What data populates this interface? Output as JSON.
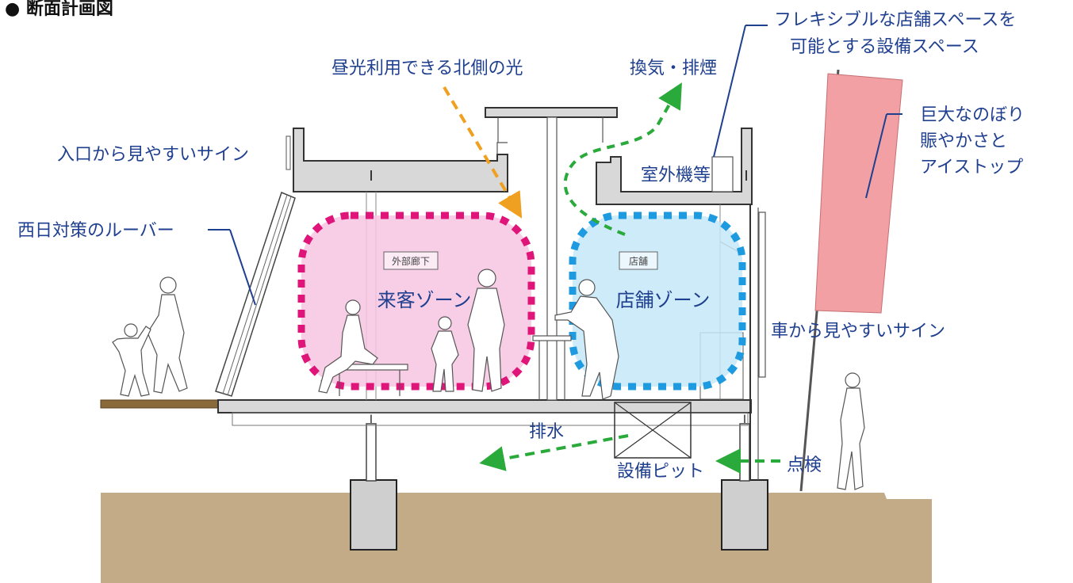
{
  "title": "● 断面計画図",
  "labels": {
    "sign_entrance": "入口から見やすいサイン",
    "louver": "西日対策のルーバー",
    "north_light": "昼光利用できる北側の光",
    "ventilation": "換気・排煙",
    "equipment_space_line1": "フレキシブルな店舗スペースを",
    "equipment_space_line2": "可能とする設備スペース",
    "banner_line1": "巨大なのぼり",
    "banner_line2": "賑やかさと",
    "banner_line3": "アイストップ",
    "outdoor_unit": "室外機等",
    "car_sign": "車から見やすいサイン",
    "drainage": "排水",
    "equipment_pit": "設備ピット",
    "inspection": "点検"
  },
  "zones": {
    "visitor": {
      "label": "来客ゾーン",
      "tag": "外部廊下",
      "color": "#e0157a",
      "fill": "#f6c6e0"
    },
    "shop": {
      "label": "店舗ゾーン",
      "tag": "店舗",
      "color": "#1e9be0",
      "fill": "#c6e7f8"
    }
  },
  "colors": {
    "label_text": "#1f3f8f",
    "light_arrow": "#f0a020",
    "air_arrow": "#2aaa3a",
    "banner": "#f2a0a4",
    "ground": "#c3ab88",
    "deck": "#8a6a3a"
  },
  "icons": {
    "arrow": "arrow-icon",
    "beam": "i-beam-icon"
  }
}
